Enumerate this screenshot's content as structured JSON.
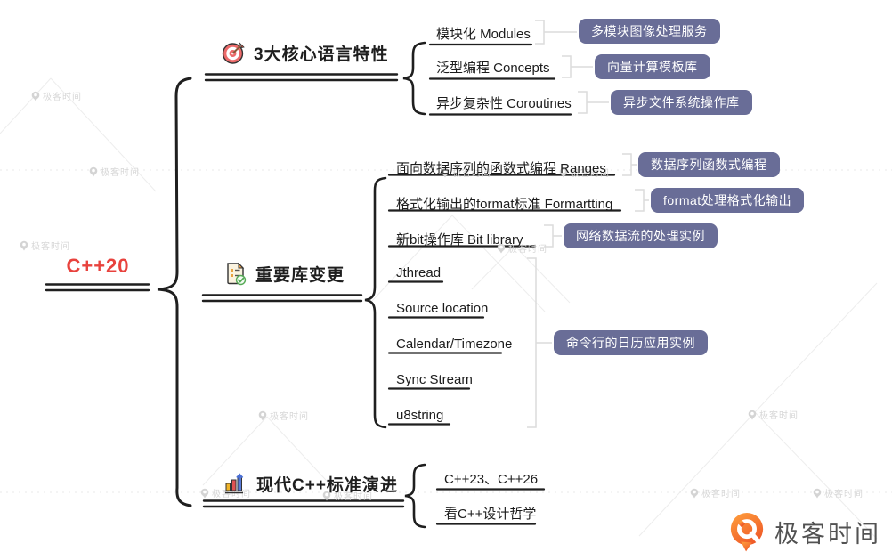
{
  "root": {
    "label": "C++20"
  },
  "branches": [
    {
      "title": "3大核心语言特性",
      "icon": "target-icon",
      "children": [
        {
          "label": "模块化 Modules",
          "badge": "多模块图像处理服务"
        },
        {
          "label": "泛型编程 Concepts",
          "badge": "向量计算模板库"
        },
        {
          "label": "异步复杂性 Coroutines",
          "badge": "异步文件系统操作库"
        }
      ]
    },
    {
      "title": "重要库变更",
      "icon": "checklist-icon",
      "children": [
        {
          "label": "面向数据序列的函数式编程 Ranges",
          "badge": "数据序列函数式编程"
        },
        {
          "label": "格式化输出的format标准 Formartting",
          "badge": "format处理格式化输出"
        },
        {
          "label": "新bit操作库 Bit library",
          "badge": "网络数据流的处理实例"
        },
        {
          "label": "Jthread"
        },
        {
          "label": "Source location"
        },
        {
          "label": "Calendar/Timezone",
          "badge": "命令行的日历应用实例"
        },
        {
          "label": "Sync Stream"
        },
        {
          "label": "u8string"
        }
      ]
    },
    {
      "title": "现代C++标准演进",
      "icon": "bar-chart-icon",
      "children": [
        {
          "label": "C++23、C++26"
        },
        {
          "label": "看C++设计哲学"
        }
      ]
    }
  ],
  "colors": {
    "root_text": "#e8423d",
    "badge_bg": "#696d97",
    "badge_text": "#ffffff",
    "line": "#1f1f1f",
    "connector": "#dcdcdc",
    "logo_orange": "#f7682b"
  },
  "watermark": {
    "label": "极客时间"
  },
  "logo": {
    "label": "极客时间"
  }
}
